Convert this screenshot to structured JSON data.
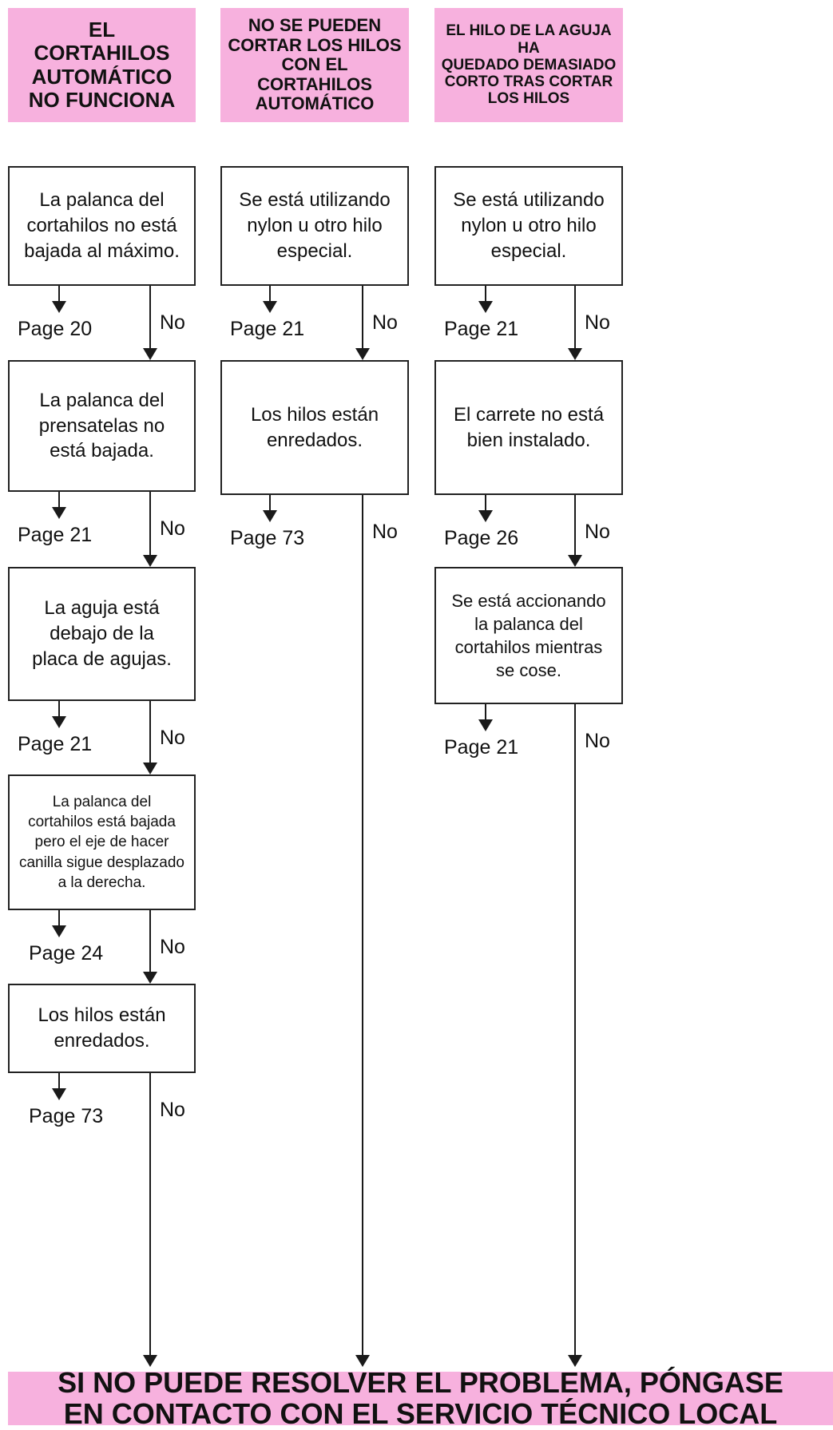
{
  "colors": {
    "header_bg": "#f7b1de",
    "line": "#1a1a1a"
  },
  "columns": [
    {
      "header_lines": [
        "EL",
        "CORTAHILOS",
        "AUTOMÁTICO",
        "NO FUNCIONA"
      ],
      "steps": [
        {
          "lines": [
            "La palanca del",
            "cortahilos no está",
            "bajada al máximo."
          ],
          "page": "Page 20",
          "no": "No"
        },
        {
          "lines": [
            "La palanca del",
            "prensatelas no",
            "está bajada."
          ],
          "page": "Page 21",
          "no": "No"
        },
        {
          "lines": [
            "La aguja está",
            "debajo de la",
            "placa de agujas."
          ],
          "page": "Page 21",
          "no": "No"
        },
        {
          "lines": [
            "La palanca del",
            "cortahilos está bajada",
            "pero el eje de hacer",
            "canilla sigue desplazado",
            "a la derecha."
          ],
          "page": "Page 24",
          "no": "No"
        },
        {
          "lines": [
            "Los hilos están",
            "enredados."
          ],
          "page": "Page 73",
          "no": "No"
        }
      ]
    },
    {
      "header_lines": [
        "NO SE PUEDEN",
        "CORTAR LOS HILOS",
        "CON EL CORTAHILOS",
        "AUTOMÁTICO"
      ],
      "steps": [
        {
          "lines": [
            "Se está utilizando",
            "nylon u otro hilo",
            "especial."
          ],
          "page": "Page 21",
          "no": "No"
        },
        {
          "lines": [
            "Los hilos están",
            "enredados."
          ],
          "page": "Page 73",
          "no": "No"
        }
      ]
    },
    {
      "header_lines": [
        "EL HILO DE LA AGUJA HA",
        "QUEDADO DEMASIADO",
        "CORTO TRAS CORTAR",
        "LOS HILOS"
      ],
      "steps": [
        {
          "lines": [
            "Se está utilizando",
            "nylon u otro hilo",
            "especial."
          ],
          "page": "Page 21",
          "no": "No"
        },
        {
          "lines": [
            "El carrete no está",
            "bien instalado."
          ],
          "page": "Page 26",
          "no": "No"
        },
        {
          "lines": [
            "Se está accionando",
            "la palanca del",
            "cortahilos mientras",
            "se cose."
          ],
          "page": "Page 21",
          "no": "No"
        }
      ]
    }
  ],
  "footer_lines": [
    "SI NO PUEDE RESOLVER EL PROBLEMA, PÓNGASE",
    "EN CONTACTO CON EL SERVICIO TÉCNICO LOCAL"
  ]
}
